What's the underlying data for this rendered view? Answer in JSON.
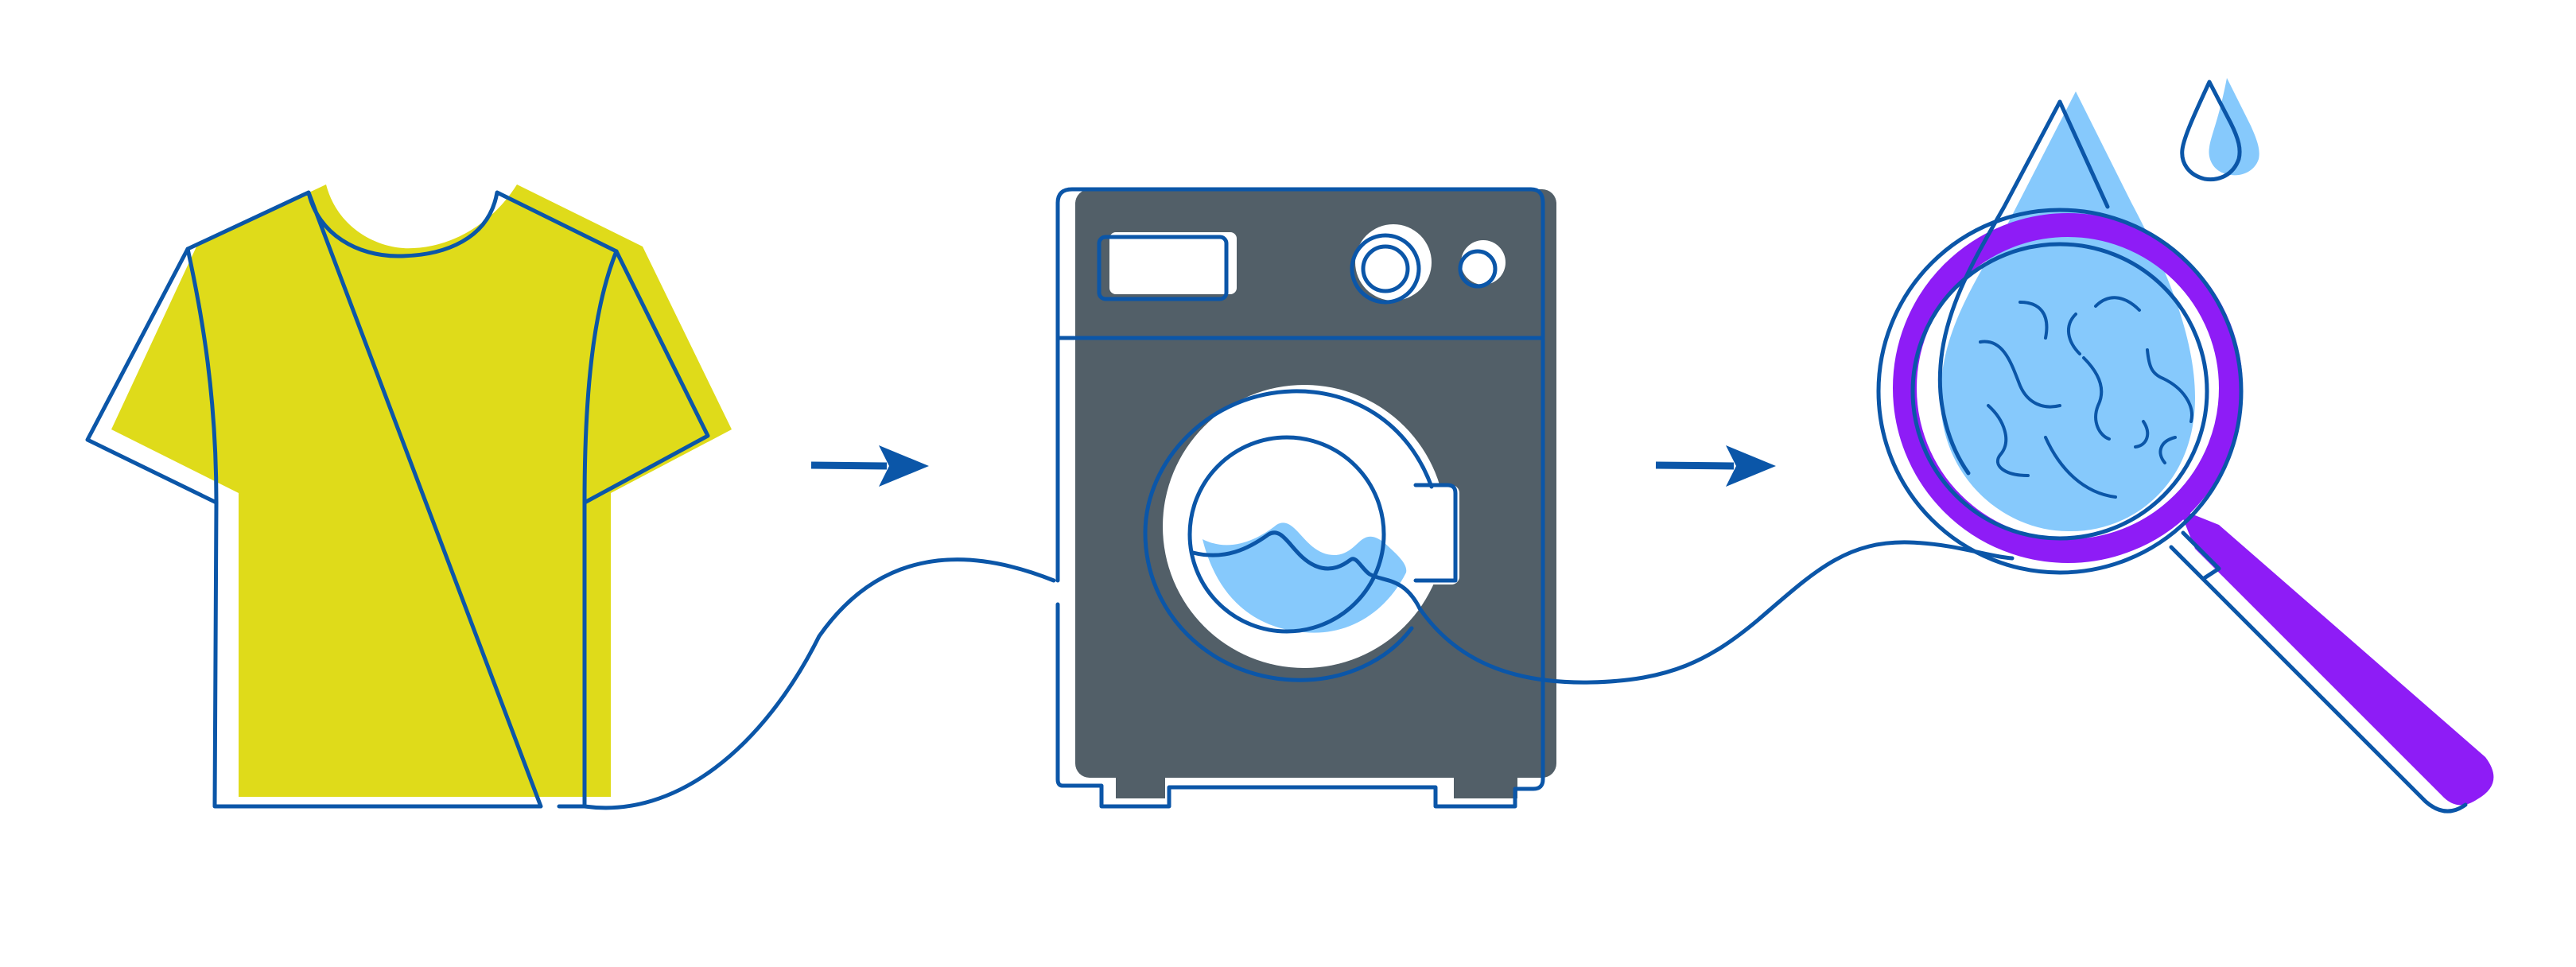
{
  "diagram": {
    "steps": [
      {
        "id": "shirt",
        "icon": "tshirt-icon"
      },
      {
        "id": "washer",
        "icon": "washing-machine-icon"
      },
      {
        "id": "microfibers",
        "icon": "magnifying-glass-icon"
      }
    ],
    "connectors": [
      {
        "from": "shirt",
        "to": "washer",
        "icon": "arrow-right-icon"
      },
      {
        "from": "washer",
        "to": "microfibers",
        "icon": "arrow-right-icon"
      }
    ]
  },
  "colors": {
    "outline": "#0b56a8",
    "shirt_fill": "#dfdb1a",
    "machine_body": "#525f68",
    "water": "#86c9fc",
    "magnifier": "#8e1cf6",
    "arrow": "#0b56a8",
    "background": "#ffffff"
  }
}
